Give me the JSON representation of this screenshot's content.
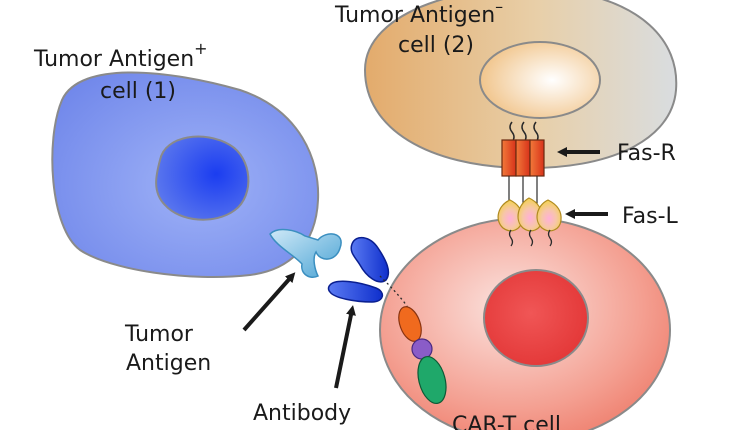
{
  "labels": {
    "tumor_pos_line1": "Tumor Antigen",
    "tumor_pos_sup": "+",
    "tumor_pos_line2": "cell (1)",
    "tumor_neg_line1": "Tumor Antigen",
    "tumor_neg_sup": "–",
    "tumor_neg_line2": "cell (2)",
    "fas_r": "Fas-R",
    "fas_l": "Fas-L",
    "tumor_antigen_line1": "Tumor",
    "tumor_antigen_line2": "Antigen",
    "antibody": "Antibody",
    "cart_cell": "CAR-T cell"
  },
  "colors": {
    "tumor_cell_1": "#7f96f0",
    "tumor_cell_1_nucleus": "#2a48e6",
    "tumor_cell_2": "#e0b07a",
    "cart_cell": "#f07a66",
    "cart_nucleus": "#e83a3a",
    "fas_r": "#e8481e",
    "fas_l": "#f5d24a",
    "antigen": "#5ab0d8",
    "antibody": "#1c3fd6",
    "car_orange": "#f06a1e",
    "car_purple": "#8a5cc8",
    "car_green": "#1fa86a"
  }
}
